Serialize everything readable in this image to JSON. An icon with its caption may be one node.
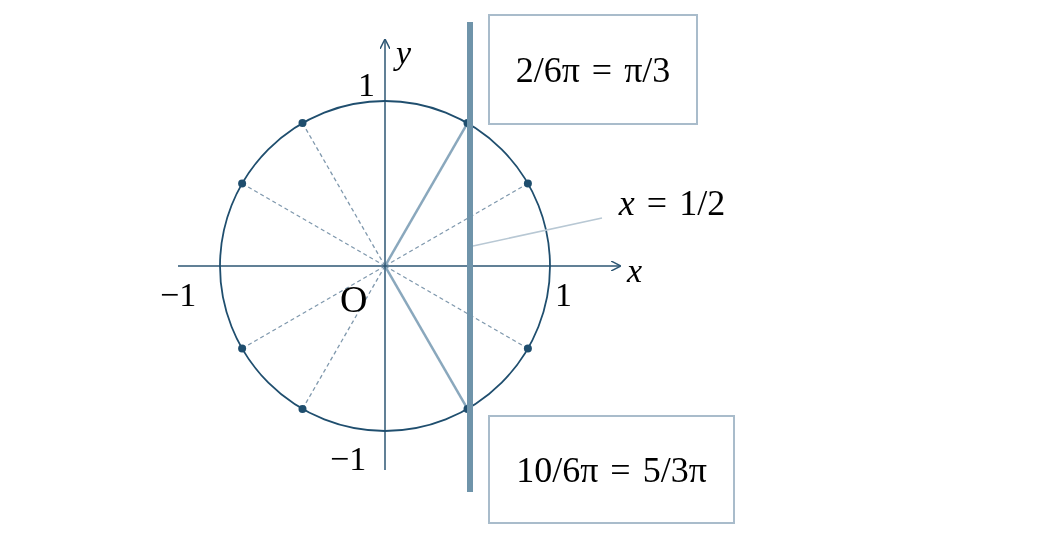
{
  "diagram": {
    "nodes": [
      {
        "text": [
          "2/6π = π/3"
        ]
      },
      {
        "text": [
          "10/6π = 5/3π"
        ]
      },
      {
        "text": [
          "x = 1/2"
        ]
      },
      {
        "text": [],
        "shape": "bar"
      }
    ],
    "edges": [
      {
        "from": 2,
        "to": 3,
        "arrow": "none"
      }
    ],
    "labels": [
      "y",
      "1",
      "x",
      "−1",
      "1",
      "O",
      "−1"
    ]
  }
}
